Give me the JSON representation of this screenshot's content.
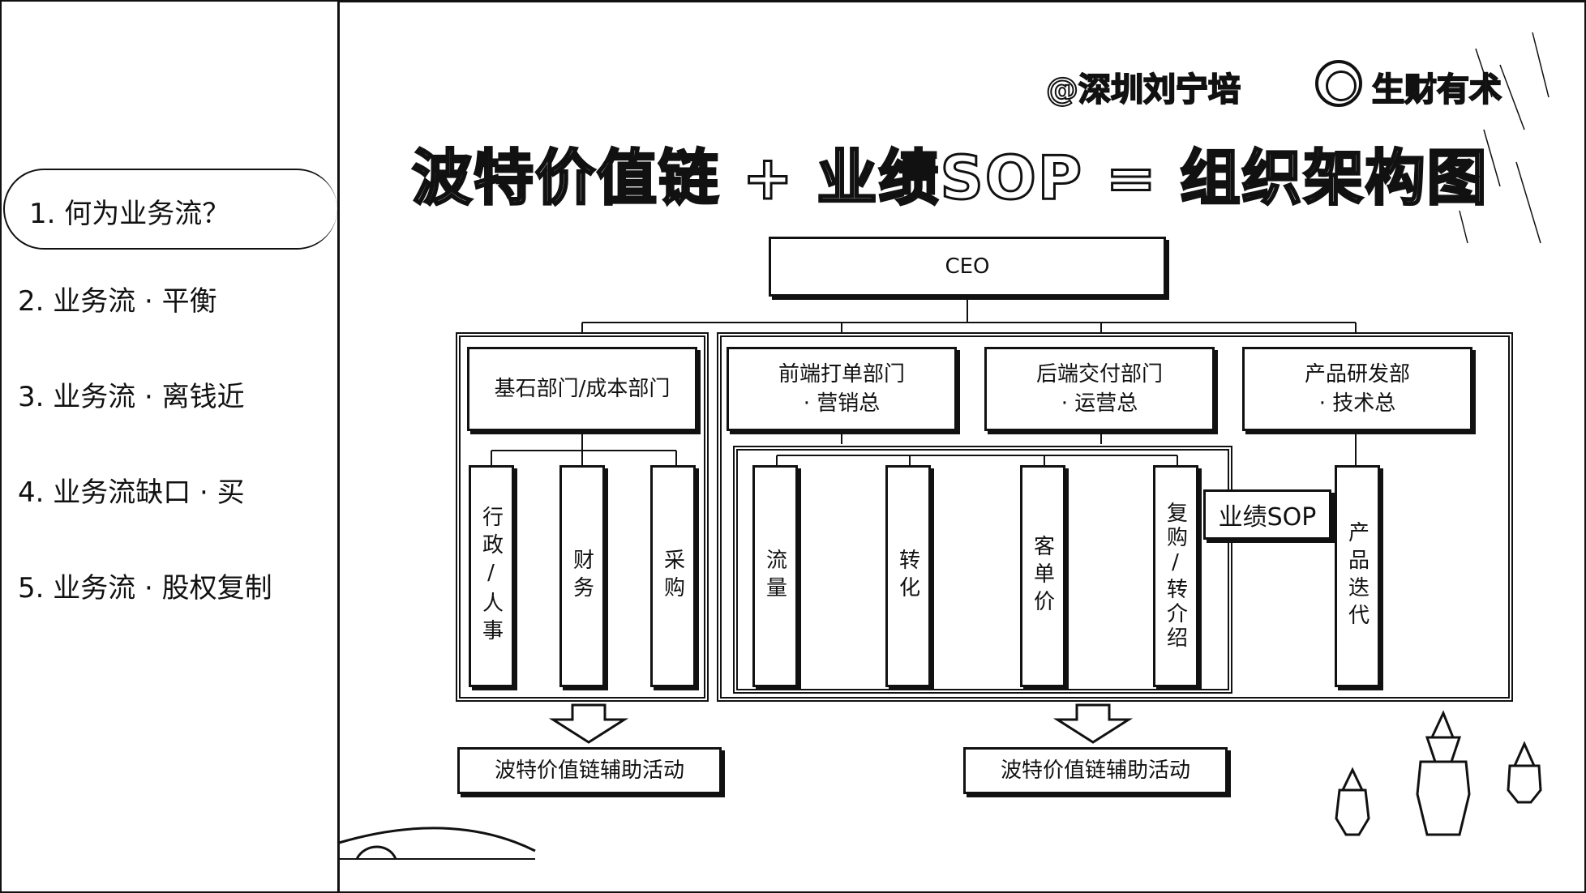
{
  "sidebar": {
    "items": [
      {
        "label": "1. 何为业务流？"
      },
      {
        "label": "2. 业务流 · 平衡"
      },
      {
        "label": "3. 业务流 · 离钱近"
      },
      {
        "label": "4. 业务流缺口 · 买"
      },
      {
        "label": "5. 业务流 · 股权复制"
      }
    ]
  },
  "header": {
    "author": "@深圳刘宁培",
    "brand": "生财有术",
    "brand_icon": "coin-logo-icon",
    "title": "波特价值链 + 业绩SOP = 组织架构图"
  },
  "org": {
    "ceo": "CEO",
    "cost_dept": "基石部门/成本部门",
    "cost_subs": [
      "行政/人事",
      "财务",
      "采购"
    ],
    "front_line1": "前端打单部门",
    "front_line2": "· 营销总",
    "back_line1": "后端交付部门",
    "back_line2": "· 运营总",
    "rd_line1": "产品研发部",
    "rd_line2": "· 技术总",
    "sop_subs": [
      "流量",
      "转化",
      "客单价",
      "复购/转介绍"
    ],
    "sop_label": "业绩SOP",
    "rd_sub": "产品迭代",
    "aux_left": "波特价值链辅助活动",
    "aux_right": "波特价值链辅助活动"
  }
}
